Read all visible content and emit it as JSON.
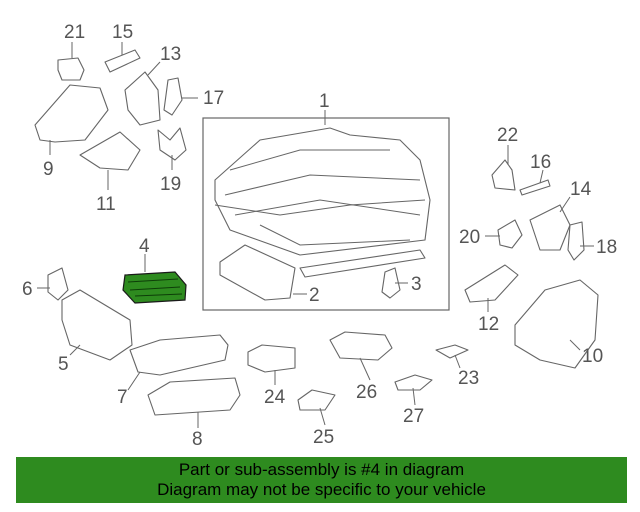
{
  "callouts": {
    "c1": "1",
    "c2": "2",
    "c3": "3",
    "c4": "4",
    "c5": "5",
    "c6": "6",
    "c7": "7",
    "c8": "8",
    "c9": "9",
    "c10": "10",
    "c11": "11",
    "c12": "12",
    "c13": "13",
    "c14": "14",
    "c15": "15",
    "c16": "16",
    "c17": "17",
    "c18": "18",
    "c19": "19",
    "c20": "20",
    "c21": "21",
    "c22": "22",
    "c23": "23",
    "c24": "24",
    "c25": "25",
    "c26": "26",
    "c27": "27"
  },
  "highlight": {
    "part": "4",
    "color": "#2e8b1f"
  },
  "banner": {
    "line1": "Part or sub-assembly is #4 in diagram",
    "line2": "Diagram may not be specific to your vehicle",
    "background": "#2e8b1f"
  }
}
